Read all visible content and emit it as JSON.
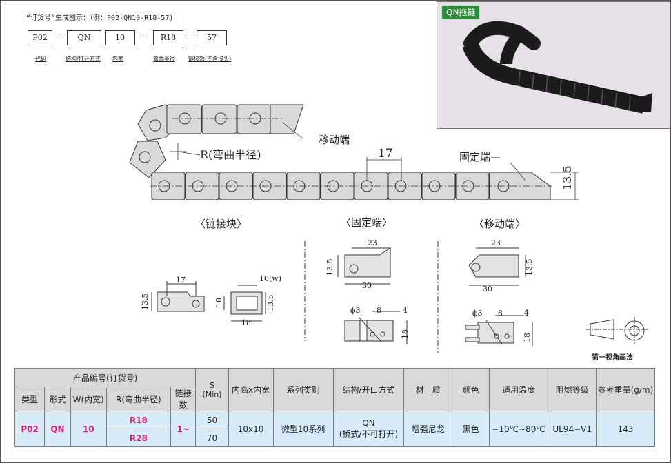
{
  "order": {
    "title": "“订货号”生成图示：（例：P02-QN10-R18-57)",
    "codes": [
      "P02",
      "QN",
      "10",
      "R18",
      "57"
    ],
    "labels": [
      "代码",
      "结构/打开方式",
      "内宽",
      "弯曲半径",
      "链接数(不含接头)"
    ]
  },
  "photo": {
    "tag": "QN拖链"
  },
  "diagram": {
    "moving_end": "移动端",
    "bend_radius": "R(弯曲半径)",
    "pitch": "17",
    "fixed_end": "固定端—",
    "height": "13.5"
  },
  "views": {
    "link_block": "〈链接块〉",
    "fixed_end": "〈固定端〉",
    "moving_end": "〈移动端〉"
  },
  "dims": {
    "lb_17": "17",
    "lb_135": "13.5",
    "cs_10w": "10(w)",
    "cs_10": "10",
    "cs_135": "13.5",
    "cs_18": "18",
    "fe_23": "23",
    "fe_135": "13.5",
    "fe_30": "30",
    "fe_phi3": "ϕ3",
    "fe_8": "8",
    "fe_4": "4",
    "fe_18": "18",
    "me_23": "23",
    "me_135": "13.5",
    "me_30": "30",
    "me_phi3": "ϕ3",
    "me_8": "8",
    "me_4": "4",
    "me_18": "18"
  },
  "projection": "第一视角画法",
  "table": {
    "group_header": "产品编号(订货号)",
    "sub_headers": [
      "类型",
      "形式",
      "W(内宽)",
      "R(弯曲半径)",
      "链接数"
    ],
    "s_header": "S\n(Min)",
    "headers": [
      "内高x内宽",
      "系列类别",
      "结构/开口方式",
      "材　质",
      "颜色",
      "适用温度",
      "阻燃等级",
      "参考重量(g/m)"
    ],
    "row": {
      "type": "P02",
      "form": "QN",
      "width": "10",
      "radii": [
        "R18",
        "R28"
      ],
      "links": "1~",
      "s_values": [
        "50",
        "70"
      ],
      "size": "10x10",
      "series": "微型10系列",
      "structure_1": "QN",
      "structure_2": "(桥式/不可打开)",
      "material": "增强尼龙",
      "color": "黑色",
      "temperature": "−10℃~80℃",
      "flame": "UL94−V1",
      "weight": "143"
    }
  }
}
